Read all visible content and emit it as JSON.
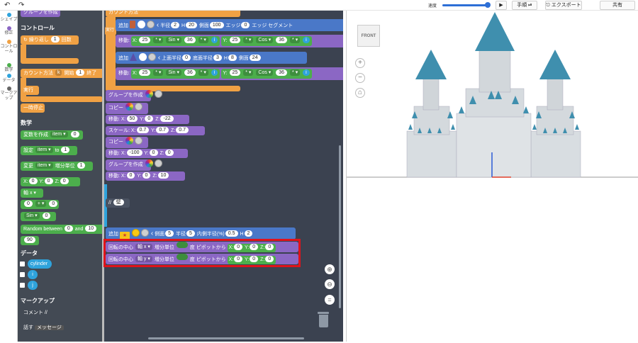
{
  "topbar": {
    "speed_label": "速度",
    "play_icon": "play-icon",
    "step_label": "手順",
    "export_label": "エクスポート",
    "share_label": "共有"
  },
  "categories": [
    {
      "label": "シェイプ",
      "color": "#2fa3dc"
    },
    {
      "label": "修正",
      "color": "#8b67c4"
    },
    {
      "label": "コントロール",
      "color": "#f0a144"
    },
    {
      "label": "数学",
      "color": "#4cae4c"
    },
    {
      "label": "データ",
      "color": "#2fa3dc"
    },
    {
      "label": "マークアップ",
      "color": "#666666"
    }
  ],
  "palette": {
    "top_block": "グループを作成",
    "control_header": "コントロール",
    "repeat": {
      "label": "繰り返し",
      "count": "1",
      "unit": "回数"
    },
    "count_loop": {
      "label": "カウント方法",
      "var": "k",
      "start_label": "開始",
      "start": "1",
      "end_label": "終了"
    },
    "do_label": "実行",
    "pause": "一時停止",
    "math_header": "数学",
    "create_var": {
      "label": "変数を作成",
      "var": "item",
      "value": "0"
    },
    "set_var": {
      "label": "設定",
      "var": "item",
      "to": "to",
      "value": "1"
    },
    "change_var": {
      "label": "変更",
      "var": "item",
      "step_label": "増分単位",
      "value": "1"
    },
    "xyz": {
      "x_label": "X:",
      "x": "0",
      "y_label": "Y:",
      "y": "0",
      "z_label": "Z:",
      "z": "0"
    },
    "axis": "軸 x",
    "arith": {
      "a": "0",
      "op": "+",
      "b": "0"
    },
    "sin": {
      "fn": "Sin",
      "value": "0"
    },
    "random": {
      "label": "Random between",
      "a": "0",
      "and": "and",
      "b": "10"
    },
    "num": "90",
    "data_header": "データ",
    "data_items": [
      "cylinder",
      "i",
      "j"
    ],
    "markup_header": "マークアップ",
    "comment": "コメント //",
    "say": "話す",
    "message": "メッセージ"
  },
  "workspace": {
    "top_clip": "カウント方法",
    "do_label": "実行",
    "add1": {
      "label": "追加",
      "radius_label": "半径",
      "radius": "2",
      "h_label": "H",
      "h": "20",
      "sides_label": "側面",
      "sides": "100",
      "edge_label": "エッジ",
      "edge": "0",
      "edge_seg_label": "エッジ セグメント"
    },
    "move1": {
      "label": "移動:",
      "x_label": "X:",
      "x_num": "25",
      "fn1": "Sin",
      "a1": "36",
      "var1": "i",
      "y_label": "Y:",
      "y_num": "25",
      "fn2": "Cos",
      "a2": "36",
      "var2": "i"
    },
    "add2": {
      "label": "追加",
      "top_label": "上面半径",
      "top": "0",
      "bottom_label": "底面半径",
      "bottom": "3",
      "h_label": "H",
      "h": "8",
      "sides_label": "側面",
      "sides": "24"
    },
    "move2": {
      "label": "移動:",
      "x_label": "X:",
      "x_num": "25",
      "fn1": "Sin",
      "a1": "36",
      "var1": "i",
      "y_label": "Y:",
      "y_num": "25",
      "fn2": "Cos",
      "a2": "36",
      "var2": "i"
    },
    "group1": "グループを作成",
    "copy1": "コピー",
    "move3": {
      "label": "移動:",
      "x_label": "X:",
      "x": "50",
      "y_label": "Y:",
      "y": "0",
      "z_label": "Z:",
      "z": "-22"
    },
    "scale": {
      "label": "スケール:",
      "x_label": "X:",
      "x": "0.7",
      "y_label": "Y:",
      "y": "0.7",
      "z_label": "Z:",
      "z": "0.7"
    },
    "copy2": "コピー",
    "move4": {
      "label": "移動:",
      "x_label": "X:",
      "x": "-100",
      "y_label": "Y:",
      "y": "0",
      "z_label": "Z:",
      "z": "0"
    },
    "group2": "グループを作成",
    "move5": {
      "label": "移動:",
      "x_label": "X:",
      "x": "0",
      "y_label": "Y:",
      "y": "0",
      "z_label": "Z:",
      "z": "10"
    },
    "comment": {
      "label": "//",
      "text": "壁"
    },
    "add3": {
      "label": "追加",
      "sides_label": "側面",
      "sides": "5",
      "radius_label": "半径",
      "radius": "5",
      "inner_label": "内側半径(%)",
      "inner": "0.5",
      "h_label": "H",
      "h": "2"
    },
    "rot1": {
      "label": "回転の中心",
      "axis": "軸 x",
      "step_label": "増分単位",
      "value": "",
      "deg_label": "度",
      "pivot_label": "ピボットから",
      "x_label": "X:",
      "x": "0",
      "y_label": "Y:",
      "y": "0",
      "z_label": "Z:",
      "z": "0"
    },
    "rot2": {
      "label": "回転の中心",
      "axis": "軸 y",
      "step_label": "増分単位",
      "value": "",
      "deg_label": "度",
      "pivot_label": "ピボットから",
      "x_label": "X:",
      "x": "0",
      "y_label": "Y:",
      "y": "0",
      "z_label": "Z:",
      "z": "0"
    }
  },
  "viewer": {
    "view_cube_label": "FRONT"
  }
}
